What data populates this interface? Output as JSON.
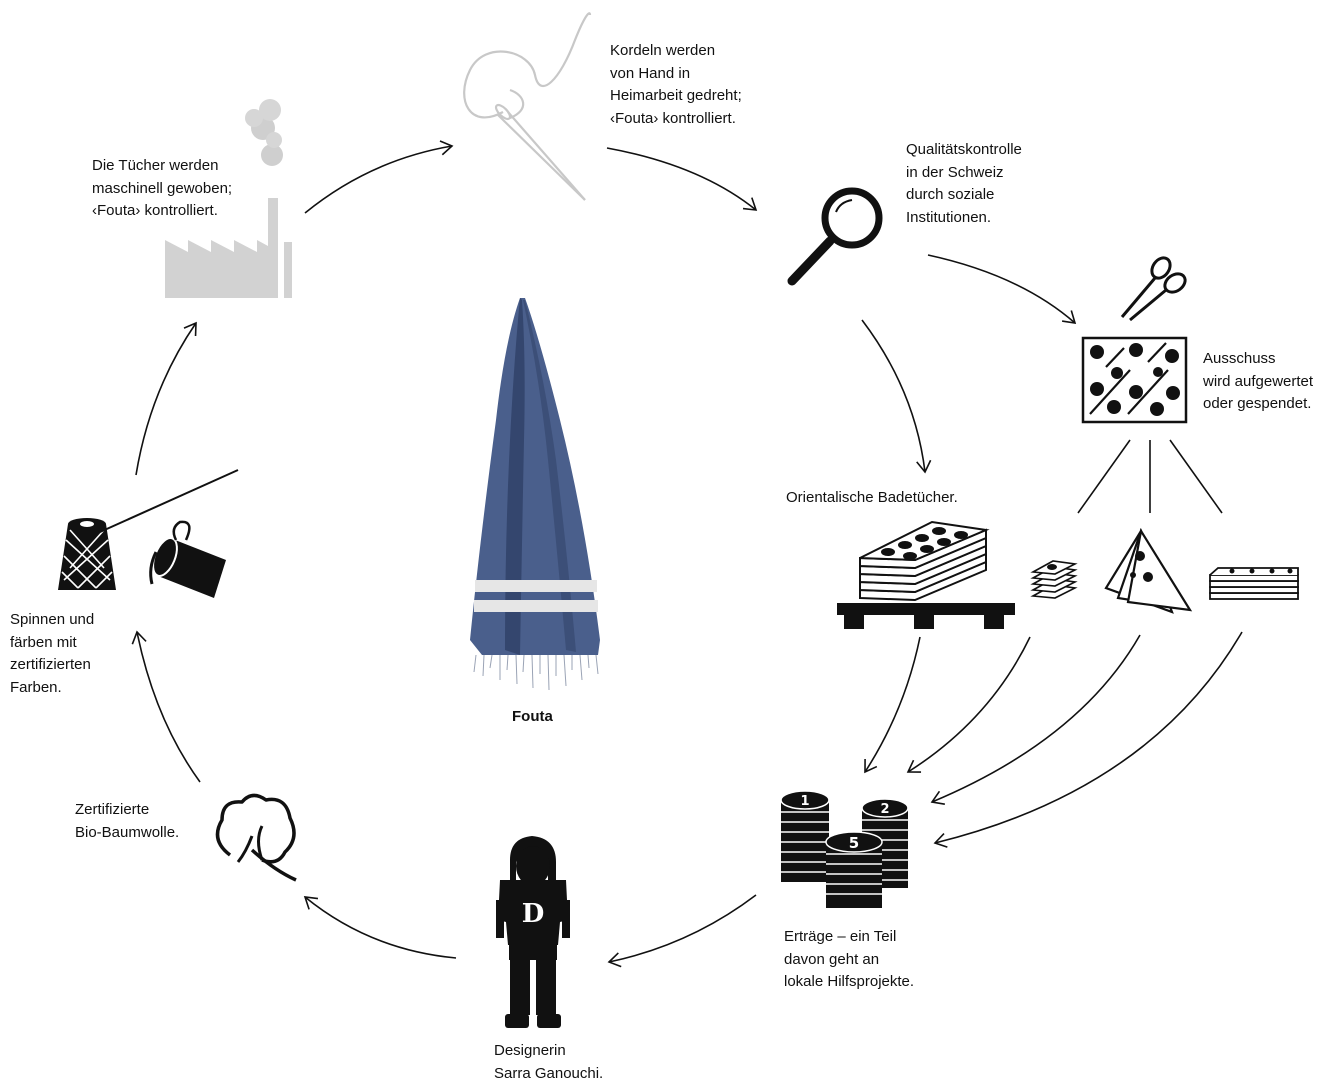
{
  "labels": {
    "factory": "Die Tücher werden\nmaschinell gewoben;\n‹Fouta› kontrolliert.",
    "cords": "Kordeln werden\nvon Hand in\nHeimarbeit gedreht;\n‹Fouta› kontrolliert.",
    "quality": "Qualitätskontrolle\nin der Schweiz\ndurch soziale\nInstitutionen.",
    "scrap": "Ausschuss\nwird aufgewertet\noder gespendet.",
    "towels": "Orientalische Badetücher.",
    "spinning": "Spinnen und\nfärben mit\nzertifizierten\nFarben.",
    "cotton": "Zertifizierte\nBio-Baumwolle.",
    "center": "Fouta",
    "revenue": "Erträge – ein Teil\ndavon geht an\nlokale Hilfsprojekte.",
    "designer": "Designerin\nSarra Ganouchi."
  },
  "coins": [
    "1",
    "2",
    "5"
  ],
  "shirt_letter": "D",
  "colors": {
    "ink": "#111111",
    "ghost": "#cfcfcf",
    "towel_blue": "#4a5f8c",
    "towel_dark": "#34466e",
    "stripe": "#e6e6e6"
  }
}
